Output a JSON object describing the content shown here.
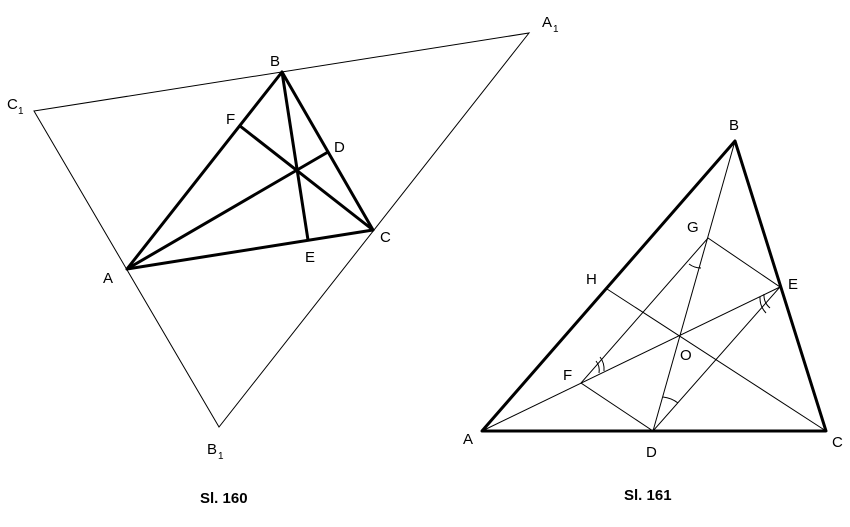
{
  "figure160": {
    "caption": "Sl. 160",
    "labels": {
      "A": "A",
      "B": "B",
      "C": "C",
      "D": "D",
      "E": "E",
      "F": "F",
      "A1": "A",
      "C1": "C",
      "B1": "B",
      "sub": "1"
    }
  },
  "figure161": {
    "caption": "Sl. 161",
    "labels": {
      "A": "A",
      "B": "B",
      "C": "C",
      "D": "D",
      "E": "E",
      "F": "F",
      "G": "G",
      "H": "H",
      "O": "O"
    }
  }
}
